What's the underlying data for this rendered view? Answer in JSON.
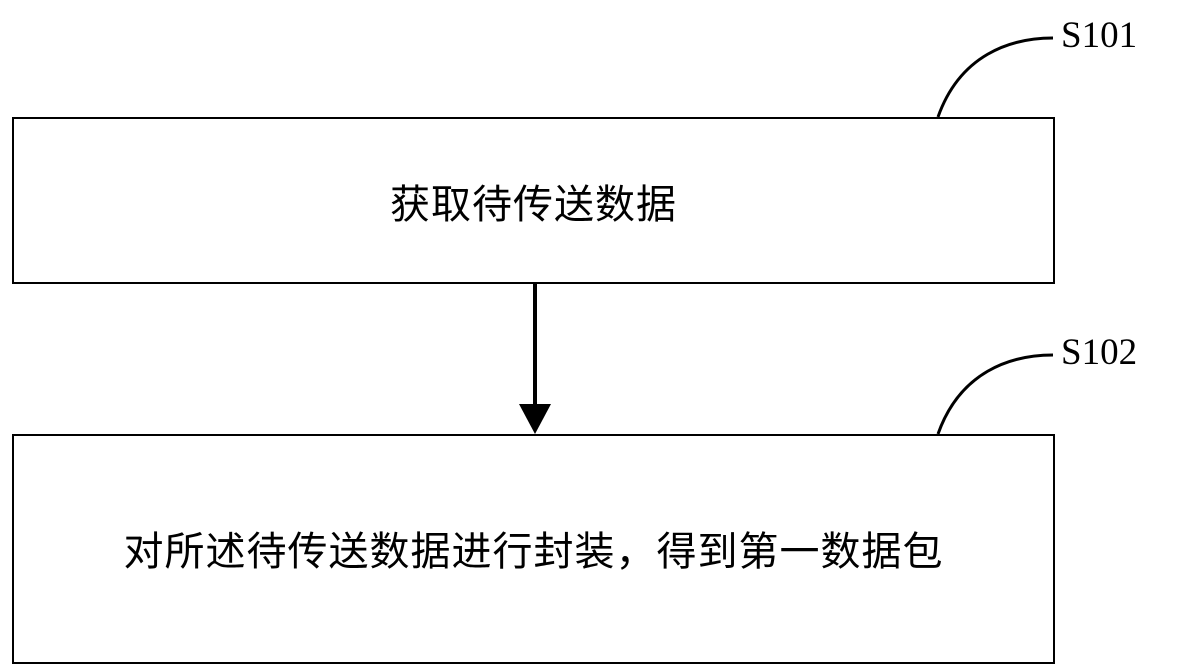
{
  "diagram": {
    "type": "flowchart",
    "orientation": "vertical",
    "boxes": [
      {
        "id": "S101",
        "text": "获取待传送数据"
      },
      {
        "id": "S102",
        "text": "对所述待传送数据进行封装，得到第一数据包"
      }
    ],
    "labels": {
      "s101": "S101",
      "s102": "S102"
    },
    "connector": {
      "name": "arrow-down",
      "from": "S101",
      "to": "S102"
    },
    "colors": {
      "stroke": "#000000",
      "fill": "#ffffff",
      "text": "#000000"
    }
  }
}
